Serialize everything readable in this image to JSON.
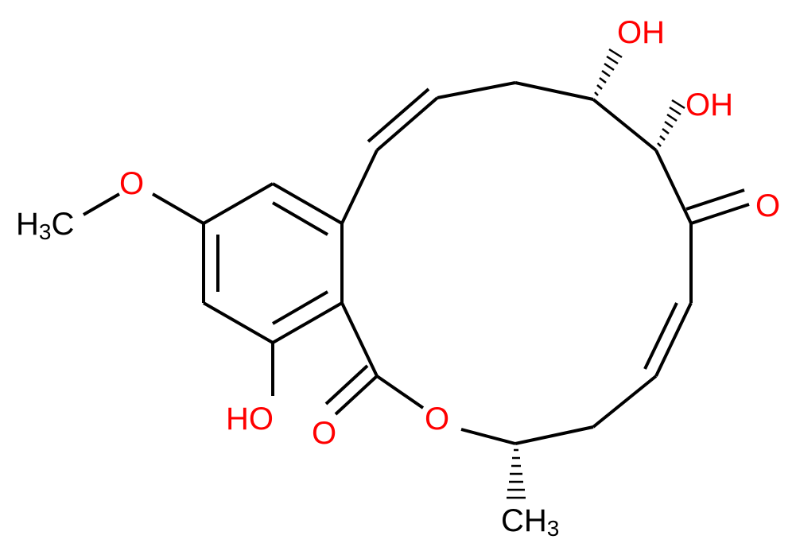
{
  "molecule": {
    "labels": {
      "oh_top": "OH",
      "oh_right": "OH",
      "o_ketone": "O",
      "o_methoxy": "O",
      "h3c_main": "H",
      "h3c_sub": "3",
      "h3c_tail": "C",
      "oh_phenol": "HO",
      "o_lactone_carbonyl": "O",
      "o_ring": "O",
      "ch3_main": "CH",
      "ch3_sub": "3"
    },
    "colors": {
      "oxygen": "#ff0000",
      "carbon": "#000000",
      "bond": "#000000"
    }
  }
}
